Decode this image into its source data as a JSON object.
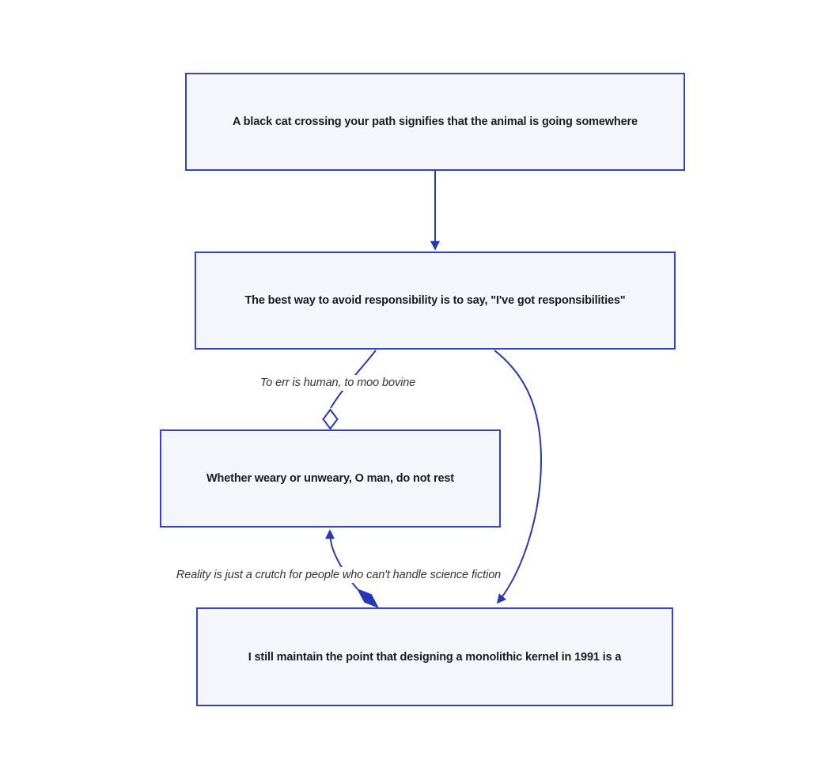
{
  "diagram": {
    "type": "flowchart",
    "direction": "top-down",
    "colors": {
      "background": "#ffffff",
      "node_fill": "#f5f6fc",
      "node_border": "#3444c8",
      "edge": "#2837b8",
      "node_text": "#1a1c20",
      "edge_label_text": "#333333",
      "diamond_open_fill": "#ffffff"
    },
    "nodes": [
      {
        "id": "node-1",
        "label": "A black cat crossing your path signifies that the animal is going somewhere"
      },
      {
        "id": "node-2",
        "label": "The best way to avoid responsibility is to say, \"I've got responsibilities\""
      },
      {
        "id": "node-3",
        "label": "Whether weary or unweary, O man, do not rest"
      },
      {
        "id": "node-4",
        "label": "I still maintain the point that designing a monolithic kernel in 1991 is a"
      }
    ],
    "edges": [
      {
        "from": "node-1",
        "to": "node-2",
        "label": "",
        "marker_start": "none",
        "marker_end": "arrow"
      },
      {
        "from": "node-2",
        "to": "node-3",
        "label": "To err is human, to moo bovine",
        "marker_start": "none",
        "marker_end": "open-diamond"
      },
      {
        "from": "node-4",
        "to": "node-3",
        "label": "Reality is just a crutch for people who can't handle science fiction",
        "marker_start": "filled-diamond",
        "marker_end": "arrow"
      },
      {
        "from": "node-2",
        "to": "node-4",
        "label": "",
        "marker_start": "none",
        "marker_end": "arrow"
      }
    ]
  }
}
